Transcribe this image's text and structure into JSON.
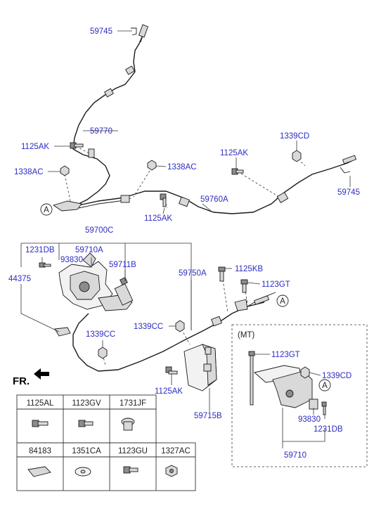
{
  "callouts": {
    "c59745_top": "59745",
    "c59770": "59770",
    "c1125ak_1": "1125AK",
    "c1338ac_1": "1338AC",
    "c1338ac_2": "1338AC",
    "c1125ak_2": "1125AK",
    "c1125ak_3": "1125AK",
    "c1339cd_1": "1339CD",
    "c59745_right": "59745",
    "c59760a": "59760A",
    "c59700c": "59700C",
    "c1231db_1": "1231DB",
    "c59710a": "59710A",
    "c93830_1": "93830",
    "c59711b": "59711B",
    "c44375": "44375",
    "c59750a": "59750A",
    "c1125kb": "1125KB",
    "c1123gt_1": "1123GT",
    "c1339cc_1": "1339CC",
    "c1339cc_2": "1339CC",
    "c1125ak_4": "1125AK",
    "c59715b": "59715B",
    "c1123gt_2": "1123GT",
    "c1339cd_2": "1339CD",
    "c93830_2": "93830",
    "c1231db_2": "1231DB",
    "c59710": "59710"
  },
  "ref_marks": {
    "a1": "A",
    "a2": "A",
    "a3": "A"
  },
  "mt_label": "(MT)",
  "fr_label": "FR.",
  "parts_table": {
    "row1": [
      "1125AL",
      "1123GV",
      "1731JF"
    ],
    "row2": [
      "84183",
      "1351CA",
      "1123GU",
      "1327AC"
    ]
  }
}
